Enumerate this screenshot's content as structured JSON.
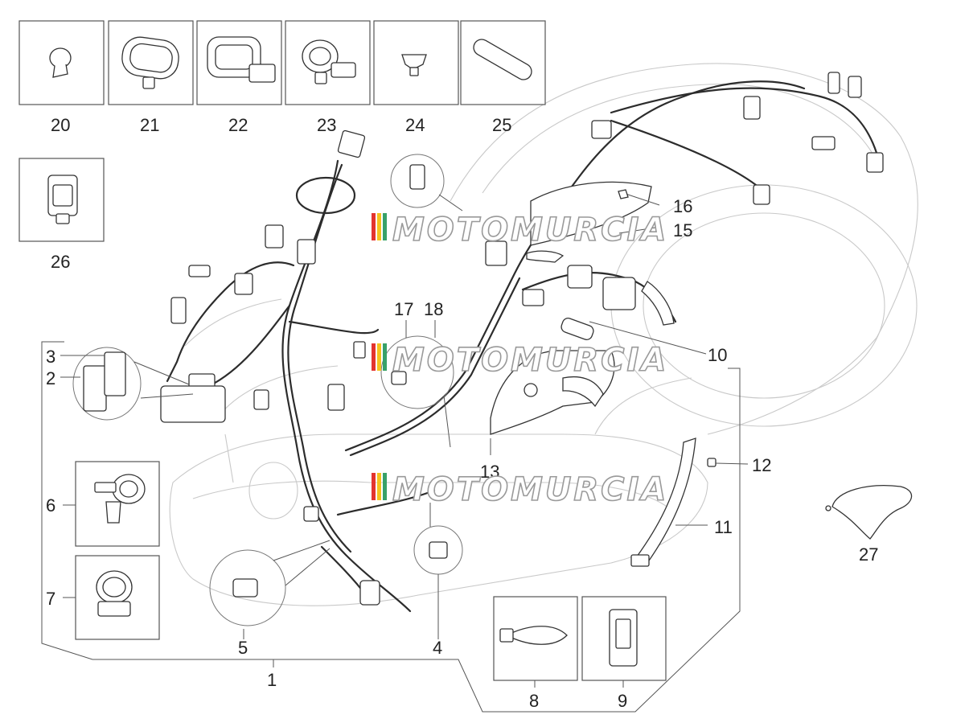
{
  "diagram": {
    "watermark": "MOTOMURCIA",
    "watermark_colors": [
      "#e3342f",
      "#f6c21c",
      "#38a169"
    ],
    "labels": [
      "1",
      "2",
      "3",
      "4",
      "5",
      "6",
      "7",
      "8",
      "9",
      "10",
      "11",
      "12",
      "13",
      "15",
      "16",
      "17",
      "18",
      "20",
      "21",
      "22",
      "23",
      "24",
      "25",
      "26",
      "27"
    ]
  }
}
